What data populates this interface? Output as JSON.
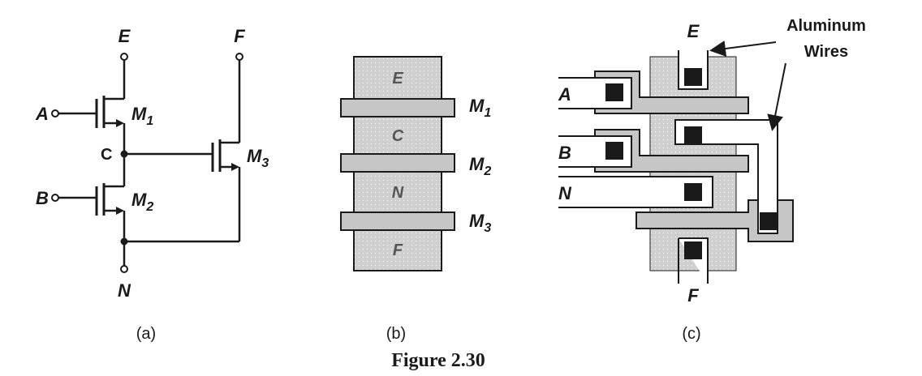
{
  "figure_caption": "Figure 2.30",
  "panels": {
    "a": {
      "caption": "(a)",
      "nodes": {
        "E": "E",
        "F": "F",
        "A": "A",
        "B": "B",
        "C": "C",
        "N": "N"
      },
      "transistors": [
        {
          "name": "M",
          "sub": "1"
        },
        {
          "name": "M",
          "sub": "2"
        },
        {
          "name": "M",
          "sub": "3"
        }
      ]
    },
    "b": {
      "caption": "(b)",
      "regions": [
        "E",
        "C",
        "N",
        "F"
      ],
      "gates": [
        {
          "name": "M",
          "sub": "1"
        },
        {
          "name": "M",
          "sub": "2"
        },
        {
          "name": "M",
          "sub": "3"
        }
      ]
    },
    "c": {
      "caption": "(c)",
      "inputs": [
        "A",
        "B",
        "N"
      ],
      "top_label": "E",
      "bottom_label": "F",
      "annotation_line1": "Aluminum",
      "annotation_line2": "Wires"
    }
  },
  "colors": {
    "diffusion": "#cfcfcf",
    "poly": "#c6c6c6",
    "contact": "#1a1a1a",
    "ink": "#1a1a1a"
  }
}
